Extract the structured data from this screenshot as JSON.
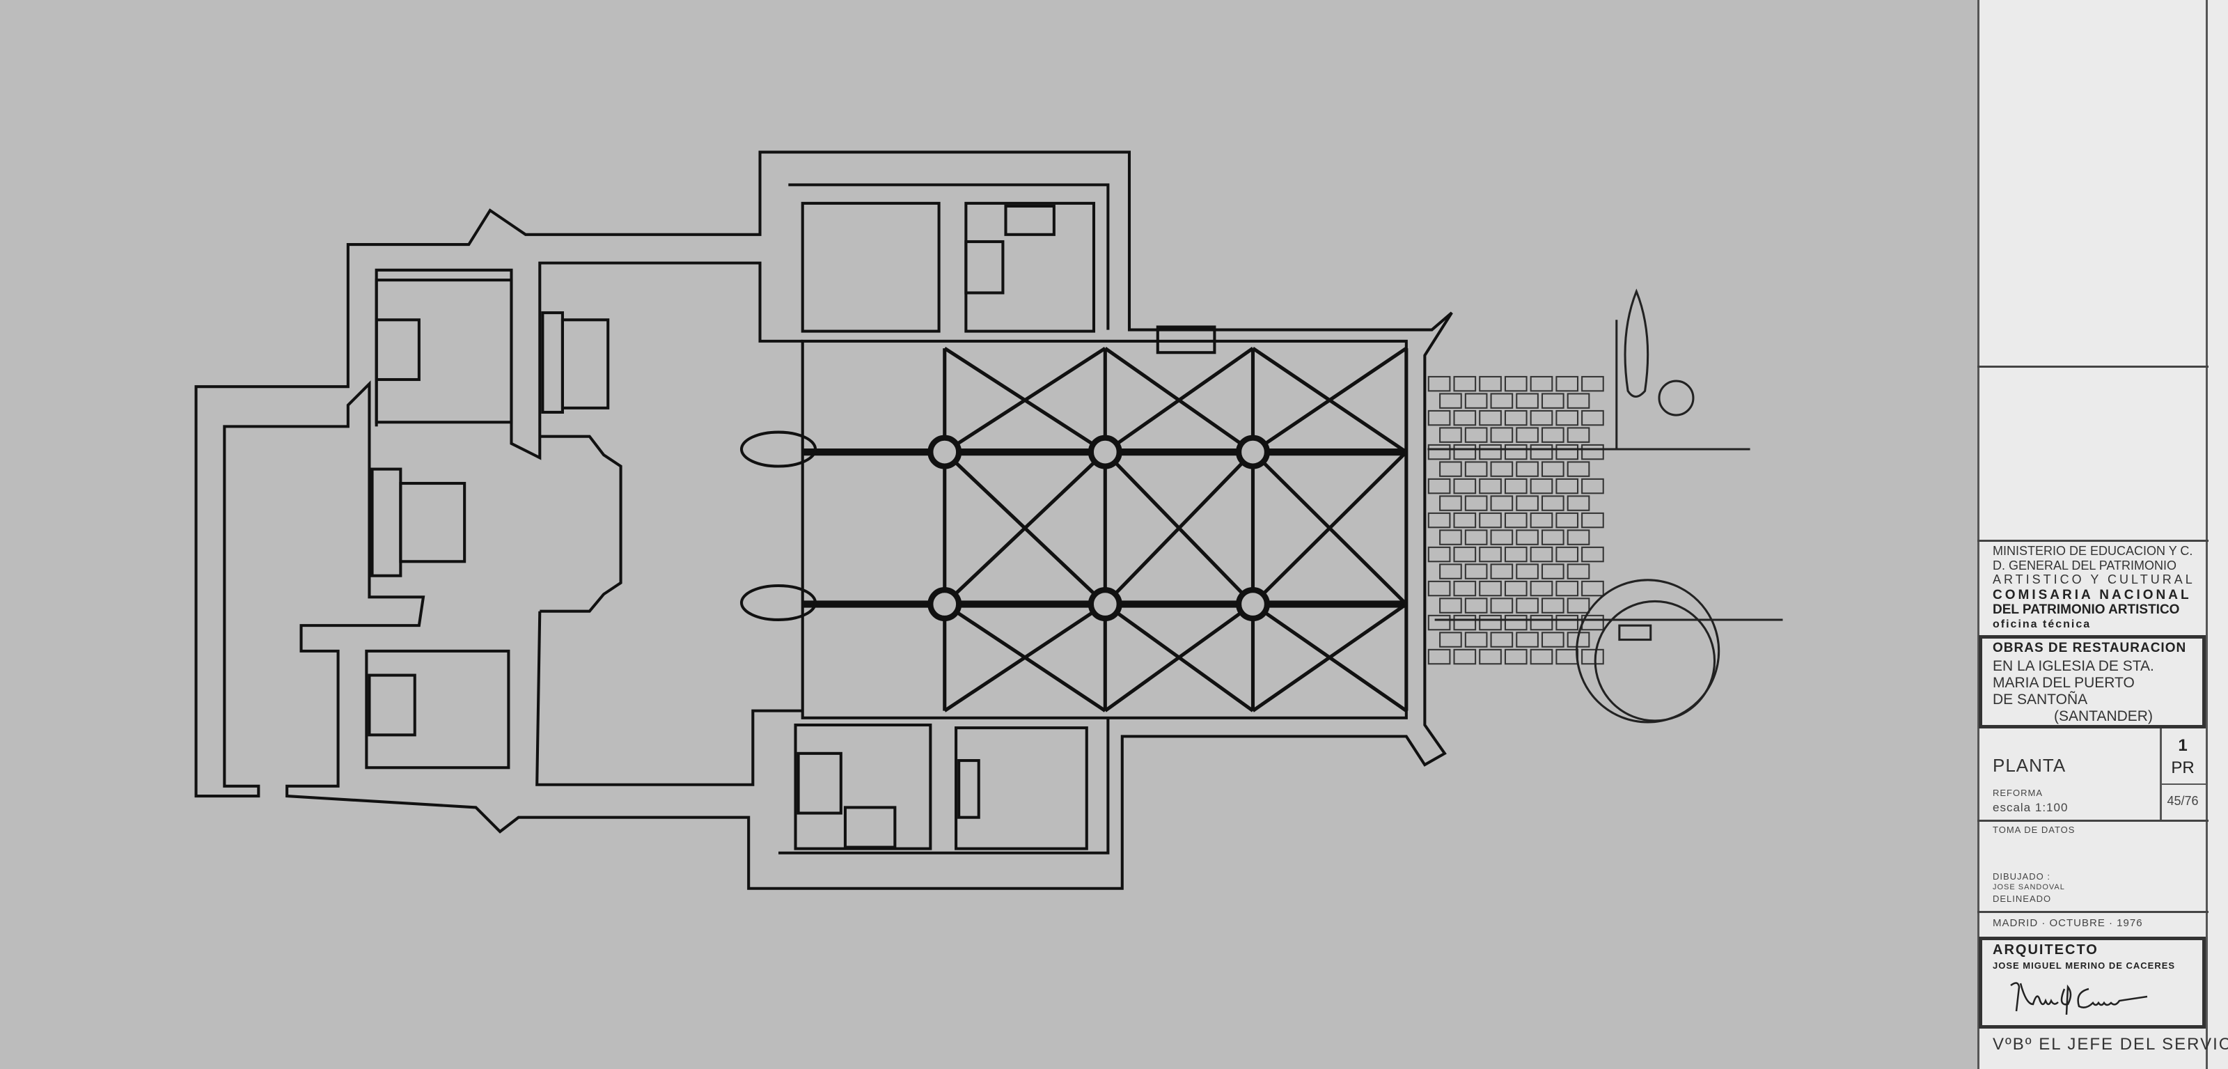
{
  "drawing": {
    "subject": "PLANTA",
    "scale_label": "escala",
    "scale_value": "1:100",
    "type_label": "REFORMA"
  },
  "title_block": {
    "ministry": "MINISTERIO DE EDUCACION Y C.",
    "directorate_line1": "D. GENERAL DEL PATRIMONIO",
    "directorate_line2": "ARTISTICO Y CULTURAL",
    "commission_line1": "COMISARIA NACIONAL",
    "commission_line2": "DEL PATRIMONIO ARTISTICO",
    "office": "oficina técnica",
    "project_line1": "OBRAS DE RESTAURACION",
    "project_line2": "EN LA IGLESIA DE STA.",
    "project_line3": "MARIA DEL PUERTO",
    "project_line4": "DE SANTOÑA",
    "project_line5": "(SANTANDER)",
    "sheet_title": "PLANTA",
    "sheet_number": "1",
    "sheet_code": "PR",
    "type_label": "REFORMA",
    "scale": "escala  1:100",
    "file_number": "45/76",
    "data_label": "TOMA DE DATOS",
    "drawn_label": "DIBUJADO  :",
    "drawn_by": "JOSE SANDOVAL",
    "delineated_label": "DELINEADO",
    "place_date": "MADRID · OCTUBRE · 1976",
    "architect_label": "ARQUITECTO",
    "architect_name": "JOSE MIGUEL MERINO DE CACERES",
    "signature": "Merino de Caceres",
    "approval": "VºBº EL JEFE DEL SERVICIO"
  },
  "colors": {
    "paper": "#bcbcbc",
    "ink": "#1a1a1a",
    "title_block": "#ebebeb"
  }
}
